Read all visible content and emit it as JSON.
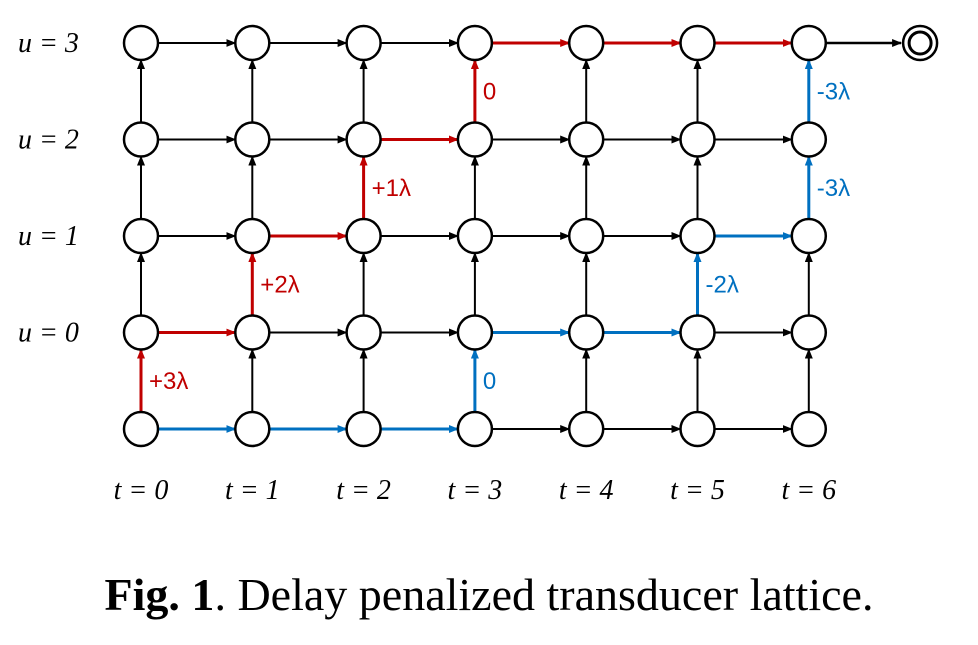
{
  "colors": {
    "default": "#000000",
    "red_path": "#c00000",
    "blue_path": "#0070c0"
  },
  "lattice": {
    "t_count": 7,
    "u_count": 4,
    "t_labels": [
      "t = 0",
      "t = 1",
      "t = 2",
      "t = 3",
      "t = 4",
      "t = 5",
      "t = 6"
    ],
    "u_labels": [
      "u = 0",
      "u = 1",
      "u = 2",
      "u = 3"
    ]
  },
  "paths": {
    "red": {
      "edges": [
        {
          "from": [
            0,
            -1
          ],
          "to": [
            0,
            0
          ],
          "label": "+3λ"
        },
        {
          "from": [
            0,
            0
          ],
          "to": [
            1,
            0
          ],
          "label": ""
        },
        {
          "from": [
            1,
            0
          ],
          "to": [
            1,
            1
          ],
          "label": "+2λ"
        },
        {
          "from": [
            1,
            1
          ],
          "to": [
            2,
            1
          ],
          "label": ""
        },
        {
          "from": [
            2,
            1
          ],
          "to": [
            2,
            2
          ],
          "label": "+1λ"
        },
        {
          "from": [
            2,
            2
          ],
          "to": [
            3,
            2
          ],
          "label": ""
        },
        {
          "from": [
            3,
            2
          ],
          "to": [
            3,
            3
          ],
          "label": "0"
        },
        {
          "from": [
            3,
            3
          ],
          "to": [
            4,
            3
          ],
          "label": ""
        },
        {
          "from": [
            4,
            3
          ],
          "to": [
            5,
            3
          ],
          "label": ""
        },
        {
          "from": [
            5,
            3
          ],
          "to": [
            6,
            3
          ],
          "label": ""
        }
      ]
    },
    "blue": {
      "edges": [
        {
          "from": [
            0,
            -1
          ],
          "to": [
            1,
            -1
          ],
          "label": ""
        },
        {
          "from": [
            1,
            -1
          ],
          "to": [
            2,
            -1
          ],
          "label": ""
        },
        {
          "from": [
            2,
            -1
          ],
          "to": [
            3,
            -1
          ],
          "label": ""
        },
        {
          "from": [
            3,
            -1
          ],
          "to": [
            3,
            0
          ],
          "label": "0"
        },
        {
          "from": [
            3,
            0
          ],
          "to": [
            4,
            0
          ],
          "label": ""
        },
        {
          "from": [
            4,
            0
          ],
          "to": [
            5,
            0
          ],
          "label": ""
        },
        {
          "from": [
            5,
            0
          ],
          "to": [
            5,
            1
          ],
          "label": "-2λ"
        },
        {
          "from": [
            5,
            1
          ],
          "to": [
            6,
            1
          ],
          "label": ""
        },
        {
          "from": [
            6,
            1
          ],
          "to": [
            6,
            2
          ],
          "label": "-3λ"
        },
        {
          "from": [
            6,
            2
          ],
          "to": [
            6,
            3
          ],
          "label": "-3λ"
        }
      ]
    }
  },
  "caption": {
    "fig_label": "Fig. 1",
    "text": ". Delay penalized transducer lattice."
  }
}
